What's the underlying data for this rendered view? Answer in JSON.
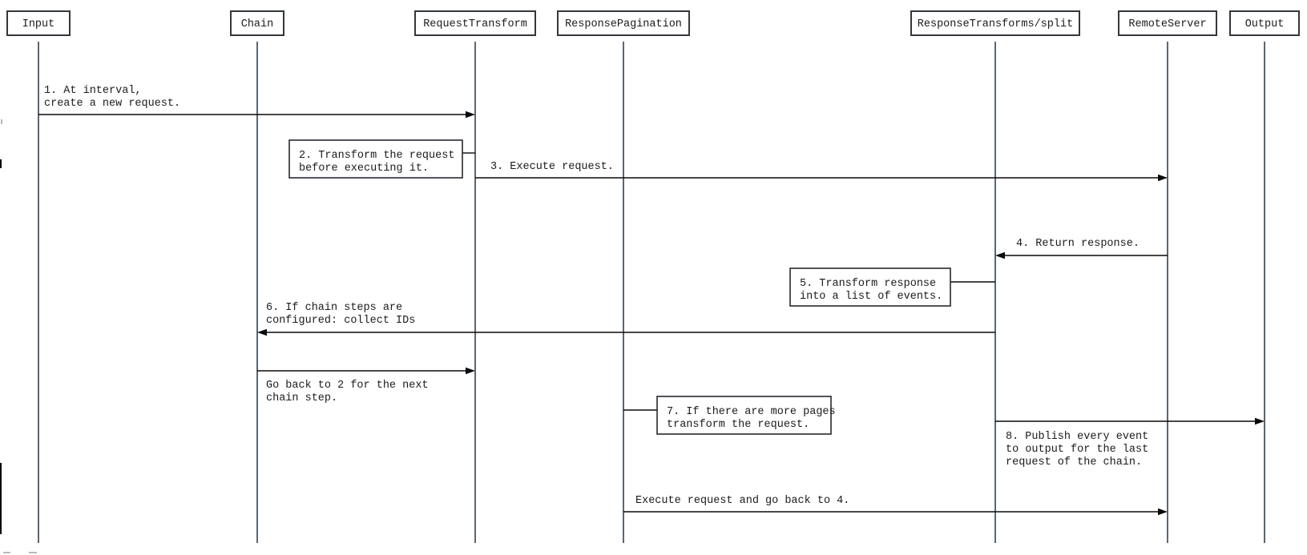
{
  "colors": {
    "background": "#ffffff",
    "lifeline": "#5b6670",
    "participant_border": "#33373c",
    "note_border": "#26292e",
    "arrow": "#0a0a0a",
    "text": "#1b1b1d"
  },
  "participants": [
    {
      "label": "Input"
    },
    {
      "label": "Chain"
    },
    {
      "label": "RequestTransform"
    },
    {
      "label": "ResponsePagination"
    },
    {
      "label": "ResponseTransforms/split"
    },
    {
      "label": "RemoteServer"
    },
    {
      "label": "Output"
    }
  ],
  "messages": {
    "m1": {
      "lines": [
        "1. At interval,",
        "create a new request."
      ]
    },
    "m3": {
      "lines": [
        "3. Execute request."
      ]
    },
    "m4": {
      "lines": [
        "4. Return response."
      ]
    },
    "m6": {
      "lines": [
        "6. If chain steps are",
        "configured: collect IDs"
      ]
    },
    "go_back": {
      "lines": [
        "Go back to 2 for the next",
        "chain step."
      ]
    },
    "m8": {
      "lines": [
        "8. Publish every event",
        "to output for the last",
        "request of the chain."
      ]
    },
    "exec_again": {
      "lines": [
        "Execute request and go back to 4."
      ]
    }
  },
  "notes": {
    "n2": {
      "lines": [
        "2. Transform the request",
        "before executing it."
      ]
    },
    "n5": {
      "lines": [
        "5. Transform response",
        "into a list of events."
      ]
    },
    "n7": {
      "lines": [
        "7. If there are more pages",
        "transform the request."
      ]
    }
  }
}
